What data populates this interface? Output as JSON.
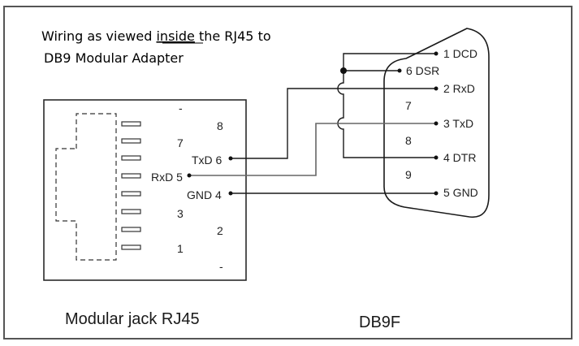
{
  "title": {
    "line1_pre": "Wiring as viewed ",
    "line1_underlined": "inside",
    "line1_post": " the RJ45 to",
    "line2": "DB9 Modular Adapter"
  },
  "rj45": {
    "caption": "Modular jack RJ45",
    "pin_numbers": {
      "top_dash": "-",
      "p8": "8",
      "p7": "7",
      "p6": "TxD 6",
      "p5": "RxD 5",
      "p4": "GND 4",
      "p3": "3",
      "p2": "2",
      "p1": "1",
      "bottom_dash": "-"
    }
  },
  "db9": {
    "caption": "DB9F",
    "pins": {
      "p1": "1 DCD",
      "p6": "6 DSR",
      "p2": "2 RxD",
      "p7": "7",
      "p3": "3 TxD",
      "p8": "8",
      "p4": "4 DTR",
      "p9": "9",
      "p5": "5 GND"
    }
  },
  "connections": [
    {
      "from": "RJ45 TxD 6",
      "to": "DB9 2 RxD"
    },
    {
      "from": "RJ45 RxD 5",
      "to": "DB9 3 TxD"
    },
    {
      "from": "RJ45 GND 4",
      "to": "DB9 5 GND"
    },
    {
      "from": "DB9 1 DCD",
      "to": "DB9 6 DSR"
    },
    {
      "from": "DB9 6 DSR",
      "to": "DB9 4 DTR"
    }
  ]
}
